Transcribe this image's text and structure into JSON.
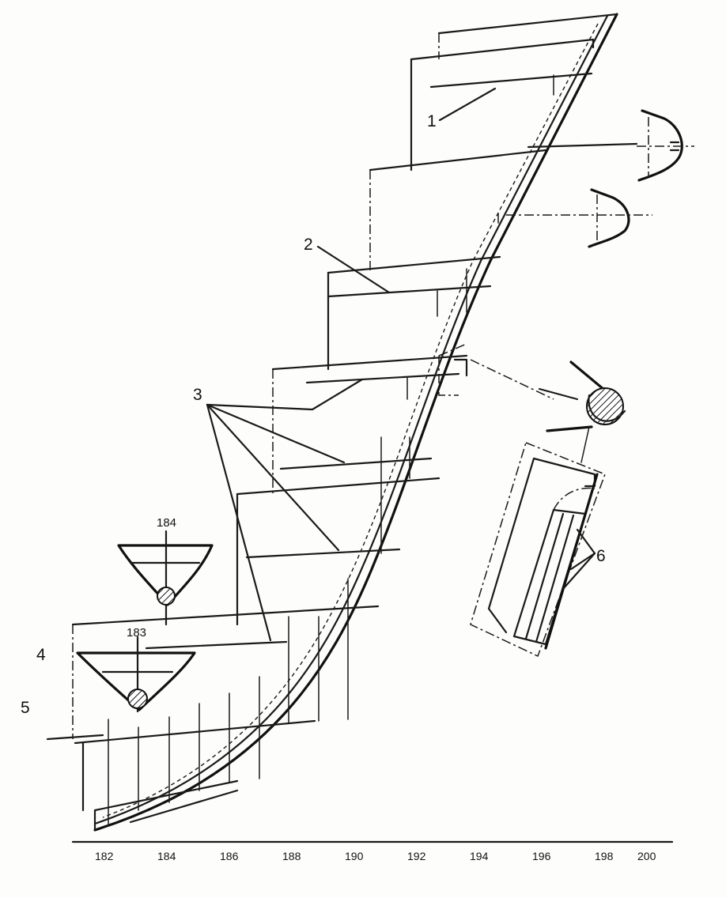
{
  "callouts": {
    "c1": "1",
    "c2": "2",
    "c3": "3",
    "c4": "4",
    "c5": "5",
    "c6": "6"
  },
  "section_labels": {
    "s184": "184",
    "s183": "183"
  },
  "frame_axis": [
    "182",
    "184",
    "186",
    "188",
    "190",
    "192",
    "194",
    "196",
    "198",
    "200"
  ]
}
